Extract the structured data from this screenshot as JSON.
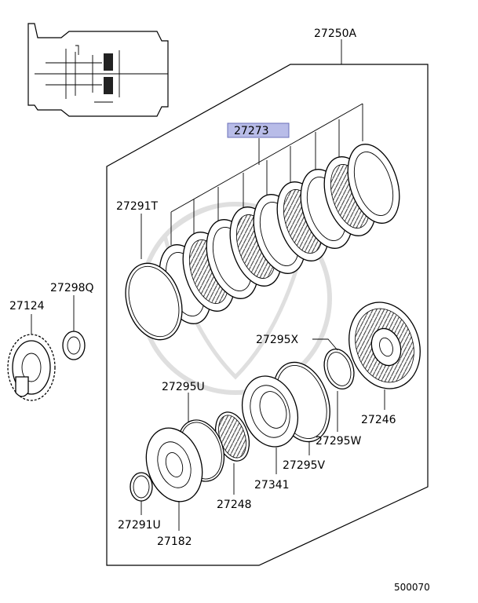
{
  "labels": {
    "assembly": "27250A",
    "clutch_plates": "27273",
    "snap_ring_top": "27291T",
    "washer": "27298Q",
    "gear": "27124",
    "snap_ring_x": "27295X",
    "snap_ring_u": "27295U",
    "drum": "27246",
    "snap_ring_w": "27295W",
    "snap_ring_v": "27295V",
    "piston": "27341",
    "spring": "27248",
    "snap_ring_bottom": "27291U",
    "retainer": "27182"
  },
  "highlight": {
    "label": "27273",
    "color": "#b8bce8"
  },
  "diagram_id": "500070"
}
